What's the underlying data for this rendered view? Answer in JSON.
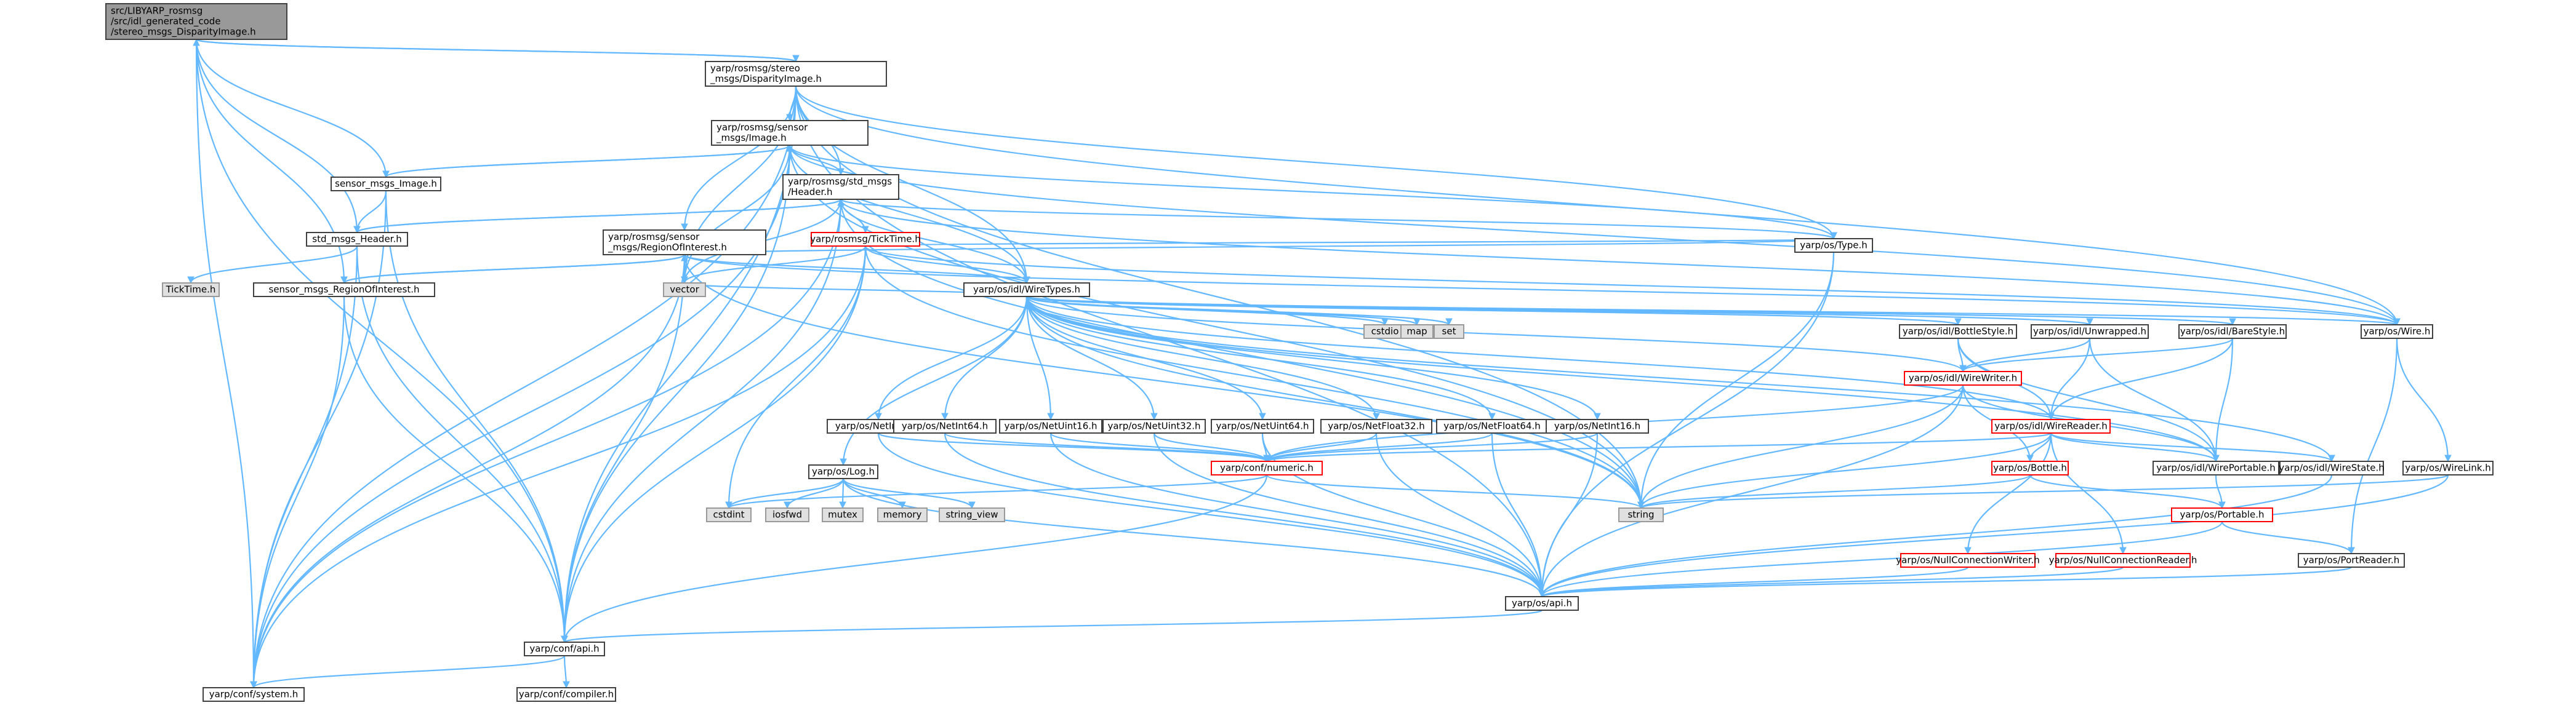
{
  "colors": {
    "edge": "#63b8ff",
    "node_fill": "#ffffff",
    "node_border": "#404040",
    "root_fill": "#999999",
    "sys_fill": "#e0e0e0",
    "sys_border": "#999999",
    "truncated_border": "#ff0000",
    "truncated_text": "#000000"
  },
  "nodes": [
    {
      "id": "root",
      "lines": [
        "src/LIBYARP_rosmsg",
        "/src/idl_generated_code",
        "/stereo_msgs_DisparityImage.h"
      ],
      "kind": "root"
    },
    {
      "id": "disp",
      "lines": [
        "yarp/rosmsg/stereo",
        "_msgs/DisparityImage.h"
      ],
      "kind": "normal"
    },
    {
      "id": "sens_img",
      "lines": [
        "yarp/rosmsg/sensor",
        "_msgs/Image.h"
      ],
      "kind": "normal"
    },
    {
      "id": "sens_img_top",
      "lines": [
        "sensor_msgs_Image.h"
      ],
      "kind": "normal"
    },
    {
      "id": "std_hdr",
      "lines": [
        "yarp/rosmsg/std_msgs",
        "/Header.h"
      ],
      "kind": "normal"
    },
    {
      "id": "std_hdr_top",
      "lines": [
        "std_msgs_Header.h"
      ],
      "kind": "normal"
    },
    {
      "id": "roi",
      "lines": [
        "yarp/rosmsg/sensor",
        "_msgs/RegionOfInterest.h"
      ],
      "kind": "normal"
    },
    {
      "id": "ticktime_sys",
      "lines": [
        "TickTime.h"
      ],
      "kind": "sys"
    },
    {
      "id": "roi_top",
      "lines": [
        "sensor_msgs_RegionOfInterest.h"
      ],
      "kind": "normal"
    },
    {
      "id": "ticktime",
      "lines": [
        "yarp/rosmsg/TickTime.h"
      ],
      "kind": "trunc"
    },
    {
      "id": "wiretypes",
      "lines": [
        "yarp/os/idl/WireTypes.h"
      ],
      "kind": "normal"
    },
    {
      "id": "type",
      "lines": [
        "yarp/os/Type.h"
      ],
      "kind": "normal"
    },
    {
      "id": "vector",
      "lines": [
        "vector"
      ],
      "kind": "sys"
    },
    {
      "id": "cstdio",
      "lines": [
        "cstdio"
      ],
      "kind": "sys"
    },
    {
      "id": "map",
      "lines": [
        "map"
      ],
      "kind": "sys"
    },
    {
      "id": "set",
      "lines": [
        "set"
      ],
      "kind": "sys"
    },
    {
      "id": "bottlestyle",
      "lines": [
        "yarp/os/idl/BottleStyle.h"
      ],
      "kind": "normal"
    },
    {
      "id": "unwrapped",
      "lines": [
        "yarp/os/idl/Unwrapped.h"
      ],
      "kind": "normal"
    },
    {
      "id": "barestyle",
      "lines": [
        "yarp/os/idl/BareStyle.h"
      ],
      "kind": "normal"
    },
    {
      "id": "wire",
      "lines": [
        "yarp/os/Wire.h"
      ],
      "kind": "normal"
    },
    {
      "id": "wirewriter",
      "lines": [
        "yarp/os/idl/WireWriter.h"
      ],
      "kind": "trunc"
    },
    {
      "id": "wirereader",
      "lines": [
        "yarp/os/idl/WireReader.h"
      ],
      "kind": "trunc"
    },
    {
      "id": "netint32",
      "lines": [
        "yarp/os/NetInt32.h"
      ],
      "kind": "normal"
    },
    {
      "id": "netint64",
      "lines": [
        "yarp/os/NetInt64.h"
      ],
      "kind": "normal"
    },
    {
      "id": "netuint16",
      "lines": [
        "yarp/os/NetUint16.h"
      ],
      "kind": "normal"
    },
    {
      "id": "netuint32",
      "lines": [
        "yarp/os/NetUint32.h"
      ],
      "kind": "normal"
    },
    {
      "id": "netuint64",
      "lines": [
        "yarp/os/NetUint64.h"
      ],
      "kind": "normal"
    },
    {
      "id": "netfloat32",
      "lines": [
        "yarp/os/NetFloat32.h"
      ],
      "kind": "normal"
    },
    {
      "id": "netfloat64",
      "lines": [
        "yarp/os/NetFloat64.h"
      ],
      "kind": "normal"
    },
    {
      "id": "netint16",
      "lines": [
        "yarp/os/NetInt16.h"
      ],
      "kind": "normal"
    },
    {
      "id": "numeric",
      "lines": [
        "yarp/conf/numeric.h"
      ],
      "kind": "trunc"
    },
    {
      "id": "bottle",
      "lines": [
        "yarp/os/Bottle.h"
      ],
      "kind": "trunc"
    },
    {
      "id": "wireportable",
      "lines": [
        "yarp/os/idl/WirePortable.h"
      ],
      "kind": "normal"
    },
    {
      "id": "wirestate",
      "lines": [
        "yarp/os/idl/WireState.h"
      ],
      "kind": "normal"
    },
    {
      "id": "wirelink",
      "lines": [
        "yarp/os/WireLink.h"
      ],
      "kind": "normal"
    },
    {
      "id": "log",
      "lines": [
        "yarp/os/Log.h"
      ],
      "kind": "normal"
    },
    {
      "id": "cstdint",
      "lines": [
        "cstdint"
      ],
      "kind": "sys"
    },
    {
      "id": "iosfwd",
      "lines": [
        "iosfwd"
      ],
      "kind": "sys"
    },
    {
      "id": "mutex",
      "lines": [
        "mutex"
      ],
      "kind": "sys"
    },
    {
      "id": "memory",
      "lines": [
        "memory"
      ],
      "kind": "sys"
    },
    {
      "id": "string_view",
      "lines": [
        "string_view"
      ],
      "kind": "sys"
    },
    {
      "id": "string",
      "lines": [
        "string"
      ],
      "kind": "sys"
    },
    {
      "id": "portable",
      "lines": [
        "yarp/os/Portable.h"
      ],
      "kind": "trunc"
    },
    {
      "id": "nullconnwriter",
      "lines": [
        "yarp/os/NullConnectionWriter.h"
      ],
      "kind": "trunc"
    },
    {
      "id": "nullconnreader",
      "lines": [
        "yarp/os/NullConnectionReader.h"
      ],
      "kind": "trunc"
    },
    {
      "id": "portreader",
      "lines": [
        "yarp/os/PortReader.h"
      ],
      "kind": "normal"
    },
    {
      "id": "osapi",
      "lines": [
        "yarp/os/api.h"
      ],
      "kind": "normal"
    },
    {
      "id": "confapi",
      "lines": [
        "yarp/conf/api.h"
      ],
      "kind": "normal"
    },
    {
      "id": "confsystem",
      "lines": [
        "yarp/conf/system.h"
      ],
      "kind": "normal"
    },
    {
      "id": "confcompiler",
      "lines": [
        "yarp/conf/compiler.h"
      ],
      "kind": "normal"
    }
  ],
  "edges": [
    [
      "root",
      "disp"
    ],
    [
      "root",
      "sens_img_top"
    ],
    [
      "root",
      "std_hdr_top"
    ],
    [
      "root",
      "roi_top"
    ],
    [
      "root",
      "confapi"
    ],
    [
      "root",
      "confsystem"
    ],
    [
      "disp",
      "root"
    ],
    [
      "disp",
      "sens_img"
    ],
    [
      "disp",
      "std_hdr"
    ],
    [
      "disp",
      "roi"
    ],
    [
      "disp",
      "wiretypes"
    ],
    [
      "disp",
      "type"
    ],
    [
      "disp",
      "wire"
    ],
    [
      "disp",
      "vector"
    ],
    [
      "disp",
      "string"
    ],
    [
      "disp",
      "confapi"
    ],
    [
      "disp",
      "confsystem"
    ],
    [
      "disp",
      "osapi"
    ],
    [
      "sens_img",
      "sens_img_top"
    ],
    [
      "sens_img",
      "std_hdr"
    ],
    [
      "sens_img",
      "wiretypes"
    ],
    [
      "sens_img",
      "type"
    ],
    [
      "sens_img",
      "wire"
    ],
    [
      "sens_img",
      "vector"
    ],
    [
      "sens_img",
      "string"
    ],
    [
      "sens_img",
      "confapi"
    ],
    [
      "sens_img",
      "confsystem"
    ],
    [
      "sens_img_top",
      "sens_img"
    ],
    [
      "sens_img_top",
      "std_hdr_top"
    ],
    [
      "sens_img_top",
      "confapi"
    ],
    [
      "sens_img_top",
      "confsystem"
    ],
    [
      "std_hdr",
      "std_hdr_top"
    ],
    [
      "std_hdr",
      "ticktime"
    ],
    [
      "std_hdr",
      "wiretypes"
    ],
    [
      "std_hdr",
      "type"
    ],
    [
      "std_hdr",
      "wire"
    ],
    [
      "std_hdr",
      "vector"
    ],
    [
      "std_hdr",
      "string"
    ],
    [
      "std_hdr",
      "confapi"
    ],
    [
      "std_hdr",
      "confsystem"
    ],
    [
      "std_hdr_top",
      "std_hdr"
    ],
    [
      "std_hdr_top",
      "ticktime_sys"
    ],
    [
      "std_hdr_top",
      "confapi"
    ],
    [
      "std_hdr_top",
      "confsystem"
    ],
    [
      "roi",
      "roi_top"
    ],
    [
      "roi",
      "wiretypes"
    ],
    [
      "roi",
      "type"
    ],
    [
      "roi",
      "wire"
    ],
    [
      "roi",
      "vector"
    ],
    [
      "roi",
      "string"
    ],
    [
      "roi",
      "confapi"
    ],
    [
      "roi",
      "confsystem"
    ],
    [
      "roi_top",
      "roi"
    ],
    [
      "roi_top",
      "confapi"
    ],
    [
      "roi_top",
      "confsystem"
    ],
    [
      "ticktime",
      "wiretypes"
    ],
    [
      "ticktime",
      "type"
    ],
    [
      "ticktime",
      "wire"
    ],
    [
      "ticktime",
      "cstdint"
    ],
    [
      "ticktime",
      "confapi"
    ],
    [
      "ticktime",
      "confsystem"
    ],
    [
      "ticktime",
      "vector"
    ],
    [
      "ticktime",
      "string"
    ],
    [
      "wiretypes",
      "vector"
    ],
    [
      "wiretypes",
      "cstdio"
    ],
    [
      "wiretypes",
      "map"
    ],
    [
      "wiretypes",
      "set"
    ],
    [
      "wiretypes",
      "bottlestyle"
    ],
    [
      "wiretypes",
      "unwrapped"
    ],
    [
      "wiretypes",
      "barestyle"
    ],
    [
      "wiretypes",
      "wire"
    ],
    [
      "wiretypes",
      "wirewriter"
    ],
    [
      "wiretypes",
      "wirereader"
    ],
    [
      "wiretypes",
      "wireportable"
    ],
    [
      "wiretypes",
      "wirestate"
    ],
    [
      "wiretypes",
      "netint32"
    ],
    [
      "wiretypes",
      "netint64"
    ],
    [
      "wiretypes",
      "netuint16"
    ],
    [
      "wiretypes",
      "netuint32"
    ],
    [
      "wiretypes",
      "netuint64"
    ],
    [
      "wiretypes",
      "netfloat32"
    ],
    [
      "wiretypes",
      "netfloat64"
    ],
    [
      "wiretypes",
      "netint16"
    ],
    [
      "wiretypes",
      "log"
    ],
    [
      "wiretypes",
      "string"
    ],
    [
      "type",
      "string"
    ],
    [
      "type",
      "osapi"
    ],
    [
      "bottlestyle",
      "wirewriter"
    ],
    [
      "bottlestyle",
      "wirereader"
    ],
    [
      "bottlestyle",
      "wireportable"
    ],
    [
      "unwrapped",
      "wirewriter"
    ],
    [
      "unwrapped",
      "wirereader"
    ],
    [
      "unwrapped",
      "wireportable"
    ],
    [
      "barestyle",
      "wirewriter"
    ],
    [
      "barestyle",
      "wirereader"
    ],
    [
      "barestyle",
      "wireportable"
    ],
    [
      "wire",
      "wirelink"
    ],
    [
      "wire",
      "portreader"
    ],
    [
      "wirewriter",
      "bottle"
    ],
    [
      "wirewriter",
      "wireportable"
    ],
    [
      "wirewriter",
      "numeric"
    ],
    [
      "wirewriter",
      "string"
    ],
    [
      "wirewriter",
      "osapi"
    ],
    [
      "wirereader",
      "bottle"
    ],
    [
      "wirereader",
      "wireportable"
    ],
    [
      "wirereader",
      "wirestate"
    ],
    [
      "wirereader",
      "numeric"
    ],
    [
      "wirereader",
      "string"
    ],
    [
      "wirereader",
      "nullconnwriter"
    ],
    [
      "wirereader",
      "nullconnreader"
    ],
    [
      "netint32",
      "numeric"
    ],
    [
      "netint32",
      "osapi"
    ],
    [
      "netint64",
      "numeric"
    ],
    [
      "netint64",
      "osapi"
    ],
    [
      "netuint16",
      "numeric"
    ],
    [
      "netuint16",
      "osapi"
    ],
    [
      "netuint32",
      "numeric"
    ],
    [
      "netuint32",
      "osapi"
    ],
    [
      "netuint64",
      "numeric"
    ],
    [
      "netuint64",
      "osapi"
    ],
    [
      "netfloat32",
      "numeric"
    ],
    [
      "netfloat32",
      "osapi"
    ],
    [
      "netfloat64",
      "numeric"
    ],
    [
      "netfloat64",
      "osapi"
    ],
    [
      "netint16",
      "numeric"
    ],
    [
      "netint16",
      "osapi"
    ],
    [
      "numeric",
      "cstdint"
    ],
    [
      "numeric",
      "string"
    ],
    [
      "numeric",
      "confapi"
    ],
    [
      "bottle",
      "string"
    ],
    [
      "bottle",
      "portable"
    ],
    [
      "wireportable",
      "portable"
    ],
    [
      "wirestate",
      "osapi"
    ],
    [
      "wirelink",
      "osapi"
    ],
    [
      "wirelink",
      "string"
    ],
    [
      "log",
      "cstdint"
    ],
    [
      "log",
      "iosfwd"
    ],
    [
      "log",
      "mutex"
    ],
    [
      "log",
      "memory"
    ],
    [
      "log",
      "string_view"
    ],
    [
      "log",
      "osapi"
    ],
    [
      "portable",
      "portreader"
    ],
    [
      "portable",
      "osapi"
    ],
    [
      "nullconnwriter",
      "osapi"
    ],
    [
      "nullconnreader",
      "osapi"
    ],
    [
      "portreader",
      "osapi"
    ],
    [
      "osapi",
      "confapi"
    ],
    [
      "confapi",
      "confsystem"
    ],
    [
      "confapi",
      "confcompiler"
    ]
  ]
}
